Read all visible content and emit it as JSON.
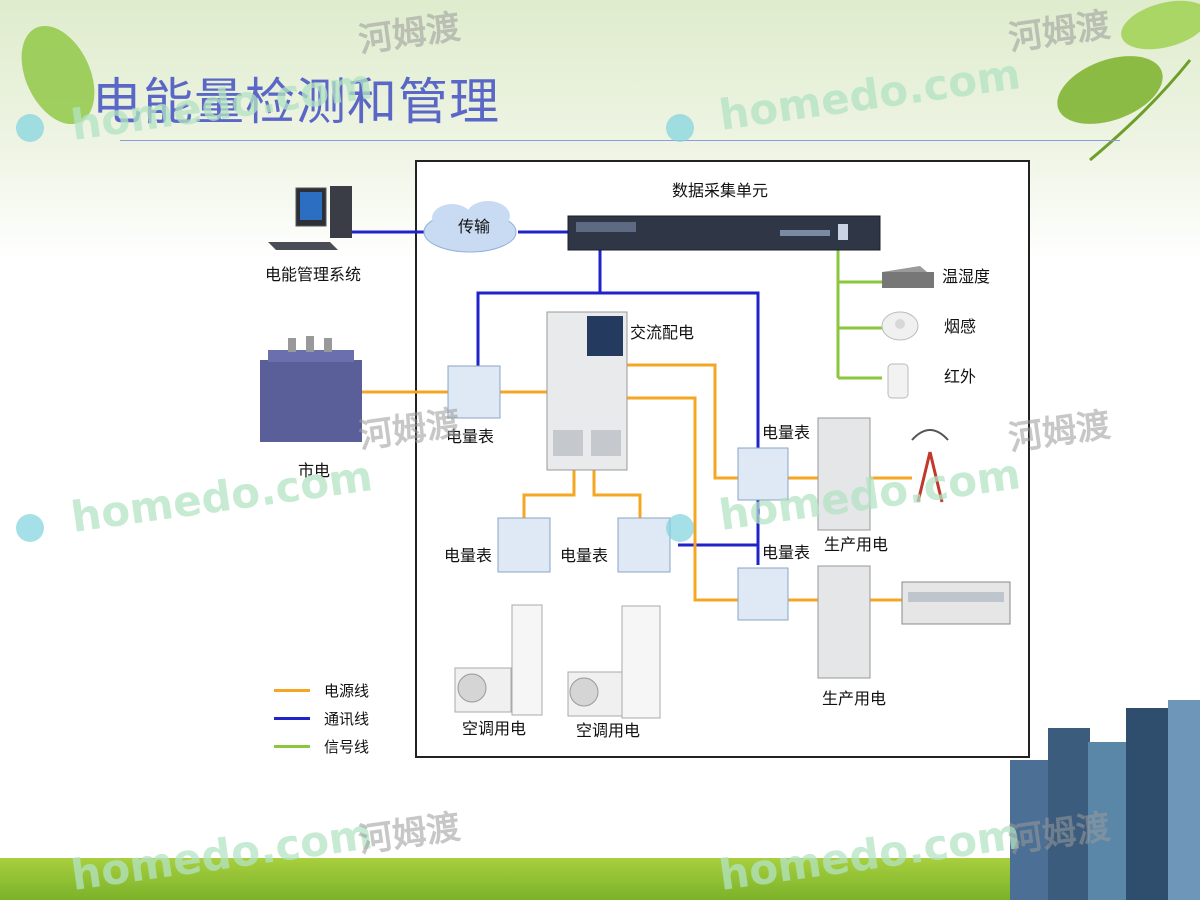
{
  "title": "电能量检测和管理",
  "diagram": {
    "data_unit": "数据采集单元",
    "transmission": "传输",
    "management_system": "电能管理系统",
    "sensors": {
      "temp_humidity": "温湿度",
      "smoke": "烟感",
      "infrared": "红外"
    },
    "ac_distribution": "交流配电",
    "mains": "市电",
    "meter_label": "电量表",
    "production_power": "生产用电",
    "ac_power": "空调用电"
  },
  "legend": {
    "power_line": "电源线",
    "comm_line": "通讯线",
    "signal_line": "信号线"
  },
  "colors": {
    "power_line": "#f5a623",
    "comm_line": "#1f23c9",
    "signal_line": "#8cc63f",
    "title": "#5a67c7"
  },
  "watermark": {
    "latin": "homedo.com",
    "chinese": "河姆渡"
  }
}
